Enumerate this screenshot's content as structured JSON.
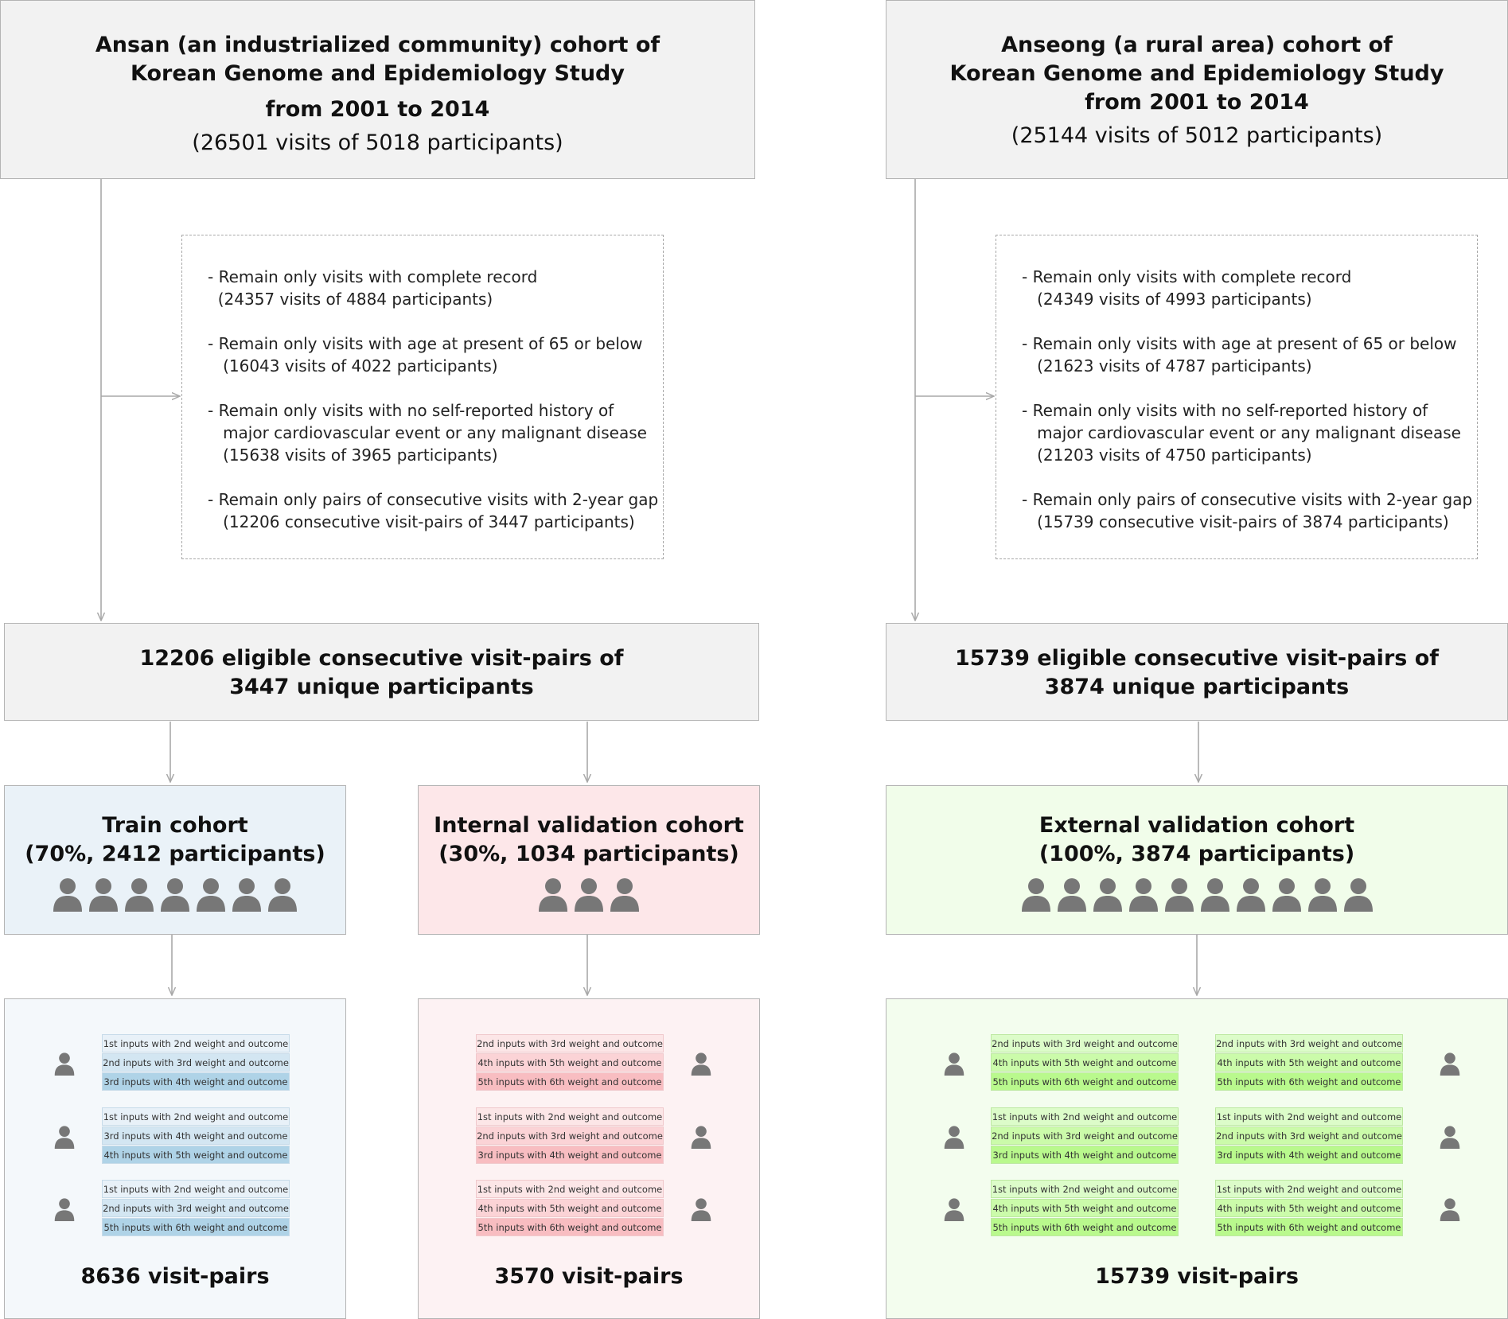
{
  "colors": {
    "gray_box": "#f2f2f2",
    "train_bg": "#eaf2f8",
    "train_panel_bg": "#f4f8fb",
    "internal_bg": "#fde7e9",
    "internal_panel_bg": "#fdf2f3",
    "external_bg": "#f1fdea",
    "external_panel_bg": "#f3fdee",
    "person_icon": "#777777",
    "arrow": "#a8a8a8"
  },
  "ansan": {
    "title_lines": [
      "Ansan (an industrialized community) cohort of",
      "Korean Genome and Epidemiology Study",
      "from 2001 to 2014"
    ],
    "subtitle": "(26501 visits of 5018 participants)",
    "filters": [
      [
        "- Remain only visits with complete record",
        "  (24357 visits of 4884 participants)"
      ],
      [
        "- Remain only visits with age at present of 65 or below",
        "   (16043 visits of 4022 participants)"
      ],
      [
        "- Remain only visits with no self-reported history of",
        "   major cardiovascular event or any malignant disease",
        "   (15638 visits of 3965 participants)"
      ],
      [
        "- Remain only pairs of consecutive visits with 2-year gap",
        "   (12206 consecutive visit-pairs of 3447 participants)"
      ]
    ],
    "eligible_lines": [
      "12206 eligible consecutive visit-pairs of",
      "3447 unique participants"
    ]
  },
  "anseong": {
    "title_lines": [
      "Anseong (a rural area) cohort of",
      "Korean Genome and Epidemiology Study",
      "from 2001 to 2014"
    ],
    "subtitle": "(25144 visits of 5012 participants)",
    "filters": [
      [
        "- Remain only visits with complete record",
        "   (24349 visits of 4993 participants)"
      ],
      [
        "- Remain only visits with age at present of 65 or below",
        "   (21623 visits of 4787 participants)"
      ],
      [
        "- Remain only visits with no self-reported history of",
        "   major cardiovascular event or any malignant disease",
        "   (21203 visits of 4750 participants)"
      ],
      [
        "- Remain only pairs of consecutive visits with 2-year gap",
        "   (15739 consecutive visit-pairs of 3874 participants)"
      ]
    ],
    "eligible_lines": [
      "15739 eligible consecutive visit-pairs of",
      "3874 unique participants"
    ]
  },
  "train": {
    "title_lines": [
      "Train cohort",
      "(70%, 2412 participants)"
    ],
    "icon_count": 7,
    "visit_pairs": "8636 visit-pairs",
    "schedules": [
      [
        "1st inputs with 2nd weight and outcome",
        "2nd inputs with 3rd weight and outcome",
        "3rd inputs with 4th weight and outcome"
      ],
      [
        "1st inputs with 2nd weight and outcome",
        "3rd inputs with 4th weight and outcome",
        "4th inputs with 5th weight and outcome"
      ],
      [
        "1st inputs with 2nd weight and outcome",
        "2nd inputs with 3rd weight and outcome",
        "5th inputs with 6th weight and outcome"
      ]
    ]
  },
  "internal": {
    "title_lines": [
      "Internal validation cohort",
      "(30%, 1034 participants)"
    ],
    "icon_count": 3,
    "visit_pairs": "3570 visit-pairs",
    "schedules": [
      [
        "2nd inputs with 3rd weight and outcome",
        "4th inputs with 5th weight and outcome",
        "5th inputs with 6th weight and outcome"
      ],
      [
        "1st inputs with 2nd weight and outcome",
        "2nd inputs with 3rd weight and outcome",
        "3rd inputs with 4th weight and outcome"
      ],
      [
        "1st inputs with 2nd weight and outcome",
        "4th inputs with 5th weight and outcome",
        "5th inputs with 6th weight and outcome"
      ]
    ]
  },
  "external": {
    "title_lines": [
      "External validation cohort",
      "(100%, 3874 participants)"
    ],
    "icon_count": 10,
    "visit_pairs": "15739 visit-pairs",
    "schedules_left": [
      [
        "2nd inputs with 3rd weight and outcome",
        "4th inputs with 5th weight and outcome",
        "5th inputs with 6th weight and outcome"
      ],
      [
        "1st inputs with 2nd weight and outcome",
        "2nd inputs with 3rd weight and outcome",
        "3rd inputs with 4th weight and outcome"
      ],
      [
        "1st inputs with 2nd weight and outcome",
        "4th inputs with 5th weight and outcome",
        "5th inputs with 6th weight and outcome"
      ]
    ],
    "schedules_right": [
      [
        "2nd inputs with 3rd weight and outcome",
        "4th inputs with 5th weight and outcome",
        "5th inputs with 6th weight and outcome"
      ],
      [
        "1st inputs with 2nd weight and outcome",
        "2nd inputs with 3rd weight and outcome",
        "3rd inputs with 4th weight and outcome"
      ],
      [
        "1st inputs with 2nd weight and outcome",
        "4th inputs with 5th weight and outcome",
        "5th inputs with 6th weight and outcome"
      ]
    ]
  }
}
